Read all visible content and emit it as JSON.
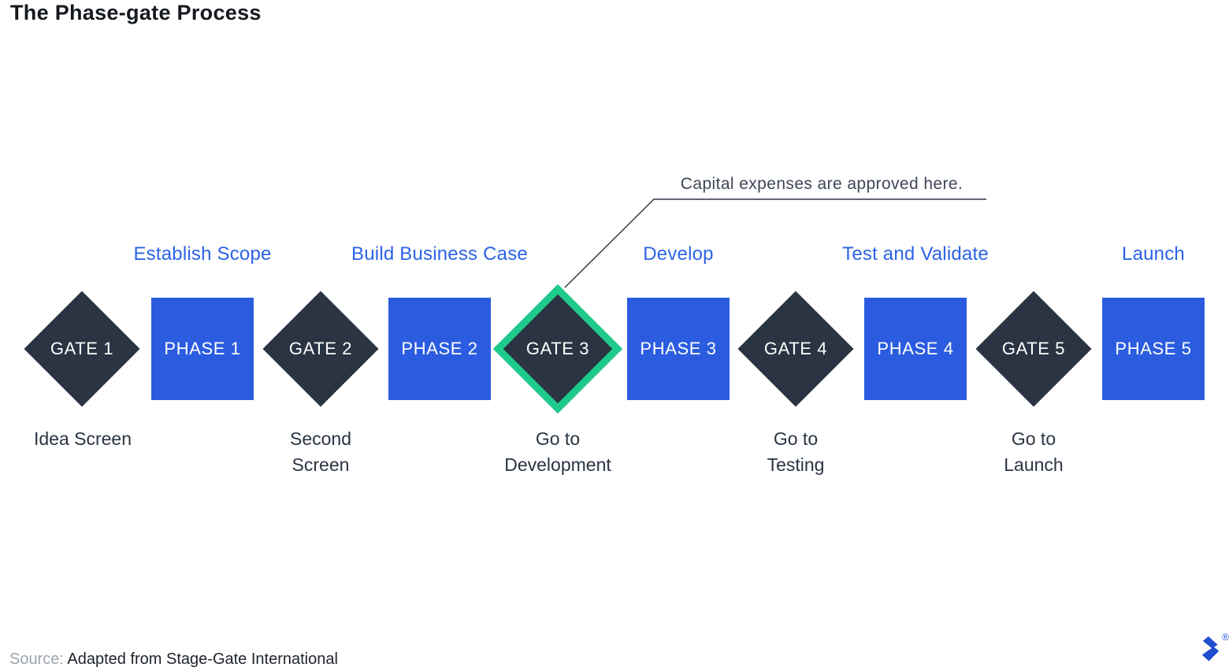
{
  "title": "The Phase-gate Process",
  "annotation": {
    "text": "Capital expenses are approved here."
  },
  "gates": [
    {
      "label": "GATE 1",
      "caption": "Idea Screen",
      "highlighted": false
    },
    {
      "label": "GATE 2",
      "caption": "Second\nScreen",
      "highlighted": false
    },
    {
      "label": "GATE 3",
      "caption": "Go to\nDevelopment",
      "highlighted": true
    },
    {
      "label": "GATE 4",
      "caption": "Go to\nTesting",
      "highlighted": false
    },
    {
      "label": "GATE 5",
      "caption": "Go to\nLaunch",
      "highlighted": false
    }
  ],
  "phases": [
    {
      "label": "PHASE 1",
      "stage_label": "Establish Scope"
    },
    {
      "label": "PHASE 2",
      "stage_label": "Build Business Case"
    },
    {
      "label": "PHASE 3",
      "stage_label": "Develop"
    },
    {
      "label": "PHASE 4",
      "stage_label": "Test and Validate"
    },
    {
      "label": "PHASE 5",
      "stage_label": "Launch"
    }
  ],
  "source": {
    "prefix": "Source:",
    "text": "Adapted from Stage-Gate International"
  },
  "logo": {
    "name": "toptal-logo",
    "registered": "®"
  },
  "colors": {
    "navy": "#2a3442",
    "phase_blue": "#2b5ce0",
    "stage_label_blue": "#2c63e6",
    "highlight_green": "#1fcb8c",
    "logo_blue": "#204ecf",
    "annotation_gray": "#3d4654",
    "source_gray": "#9ea5ac"
  }
}
